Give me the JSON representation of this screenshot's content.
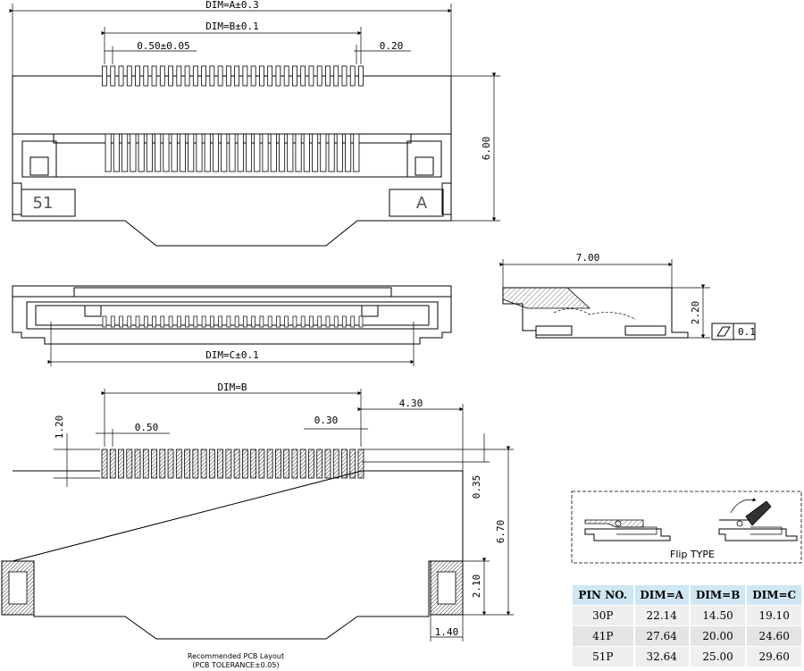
{
  "top_view": {
    "dim_a": "DIM=A±0.3",
    "dim_b": "DIM=B±0.1",
    "pitch": "0.50±0.05",
    "pin_width": "0.20",
    "height": "6.00",
    "mark_left": "51",
    "mark_right": "A"
  },
  "front_view": {
    "dim_c": "DIM=C±0.1"
  },
  "side_view": {
    "length": "7.00",
    "height": "2.20",
    "flatness": "0.1"
  },
  "pcb_layout": {
    "dim_b": "DIM=B",
    "offset": "4.30",
    "pad_length": "1.20",
    "pitch": "0.50",
    "pad_width": "0.30",
    "gap": "0.35",
    "total_height": "6.70",
    "tab_height": "2.10",
    "tab_width": "1.40",
    "caption_line1": "Recommended PCB Layout",
    "caption_line2": "(PCB TOLERANCE±0.05)"
  },
  "flip": {
    "label": "Flip TYPE"
  },
  "table": {
    "headers": [
      "PIN NO.",
      "DIM=A",
      "DIM=B",
      "DIM=C"
    ],
    "rows": [
      [
        "30P",
        "22.14",
        "14.50",
        "19.10"
      ],
      [
        "41P",
        "27.64",
        "20.00",
        "24.60"
      ],
      [
        "51P",
        "32.64",
        "25.00",
        "29.60"
      ]
    ]
  }
}
